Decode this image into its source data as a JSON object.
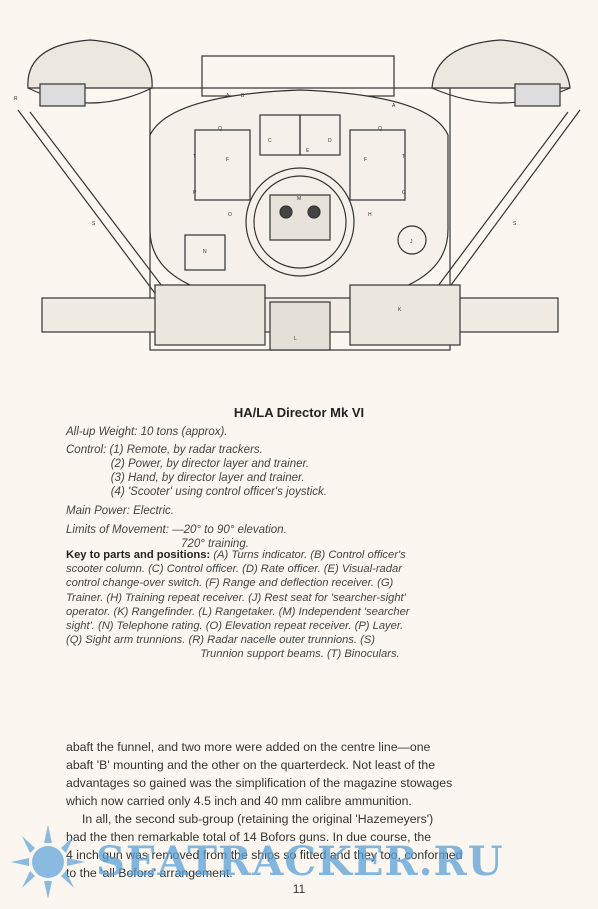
{
  "figure": {
    "part_labels": [
      "R",
      "S",
      "A",
      "A",
      "B",
      "C",
      "D",
      "E",
      "Q",
      "Q",
      "F",
      "F",
      "T",
      "T",
      "P",
      "G",
      "O",
      "H",
      "M",
      "N",
      "J",
      "K",
      "L",
      "S"
    ]
  },
  "caption": {
    "title": "HA/LA Director Mk VI",
    "spec_lines": [
      "All-up Weight: 10 tons (approx).",
      "Control: (1) Remote, by radar trackers.",
      "              (2) Power, by director layer and trainer.",
      "              (3) Hand, by director layer and trainer.",
      "              (4) 'Scooter' using control officer's joystick.",
      "Main Power: Electric.",
      "Limits of Movement: —20° to 90° elevation.",
      "                                    720° training."
    ],
    "key_heading": "Key to parts and positions:",
    "key_lines": [
      " (A) Turns indicator. (B) Control officer's",
      "scooter column. (C) Control officer. (D) Rate officer. (E) Visual-radar",
      "control change-over switch. (F) Range and deflection receiver. (G)",
      "Trainer. (H) Training repeat receiver. (J) Rest seat for 'searcher-sight'",
      "operator. (K) Rangefinder. (L) Rangetaker. (M) Independent 'searcher",
      "sight'. (N) Telephone rating. (O) Elevation repeat receiver. (P) Layer.",
      "(Q) Sight arm trunnions. (R) Radar nacelle outer trunnions. (S)",
      "Trunnion support beams. (T) Binoculars."
    ]
  },
  "body_text": [
    "abaft the funnel, and two more were added on the centre line—one",
    "abaft 'B' mounting and the other on the quarterdeck. Not least of the",
    "advantages so gained was the simplification of the magazine stowages",
    "which now carried only 4.5 inch and 40 mm calibre ammunition.",
    "In all, the second sub-group (retaining the original 'Hazemeyers')",
    "had the then remarkable total of 14 Bofors guns. In due course, the",
    "4 inch gun was removed from the ships so fitted and they too, conformed",
    "to the 'all Bofors' arrangement."
  ],
  "page_number": "11",
  "watermark": {
    "text": "SEATRACKER.RU",
    "color": "#5aa0d7"
  }
}
